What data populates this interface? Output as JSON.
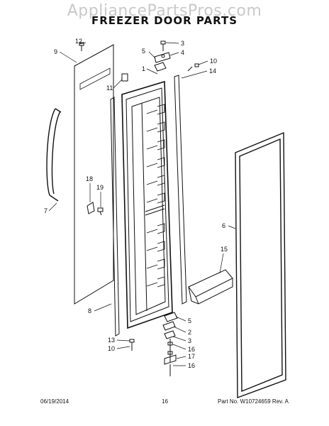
{
  "watermark": "AppliancePartsPros.com",
  "title": "FREEZER DOOR PARTS",
  "footer": {
    "date": "06/19/2014",
    "page": "16",
    "part": "Part No. W10724659  Rev. A"
  },
  "callouts": [
    "12",
    "9",
    "3",
    "5",
    "4",
    "10",
    "14",
    "1",
    "11",
    "7",
    "18",
    "19",
    "6",
    "15",
    "8",
    "5",
    "2",
    "3",
    "16",
    "13",
    "10",
    "17",
    "16"
  ]
}
